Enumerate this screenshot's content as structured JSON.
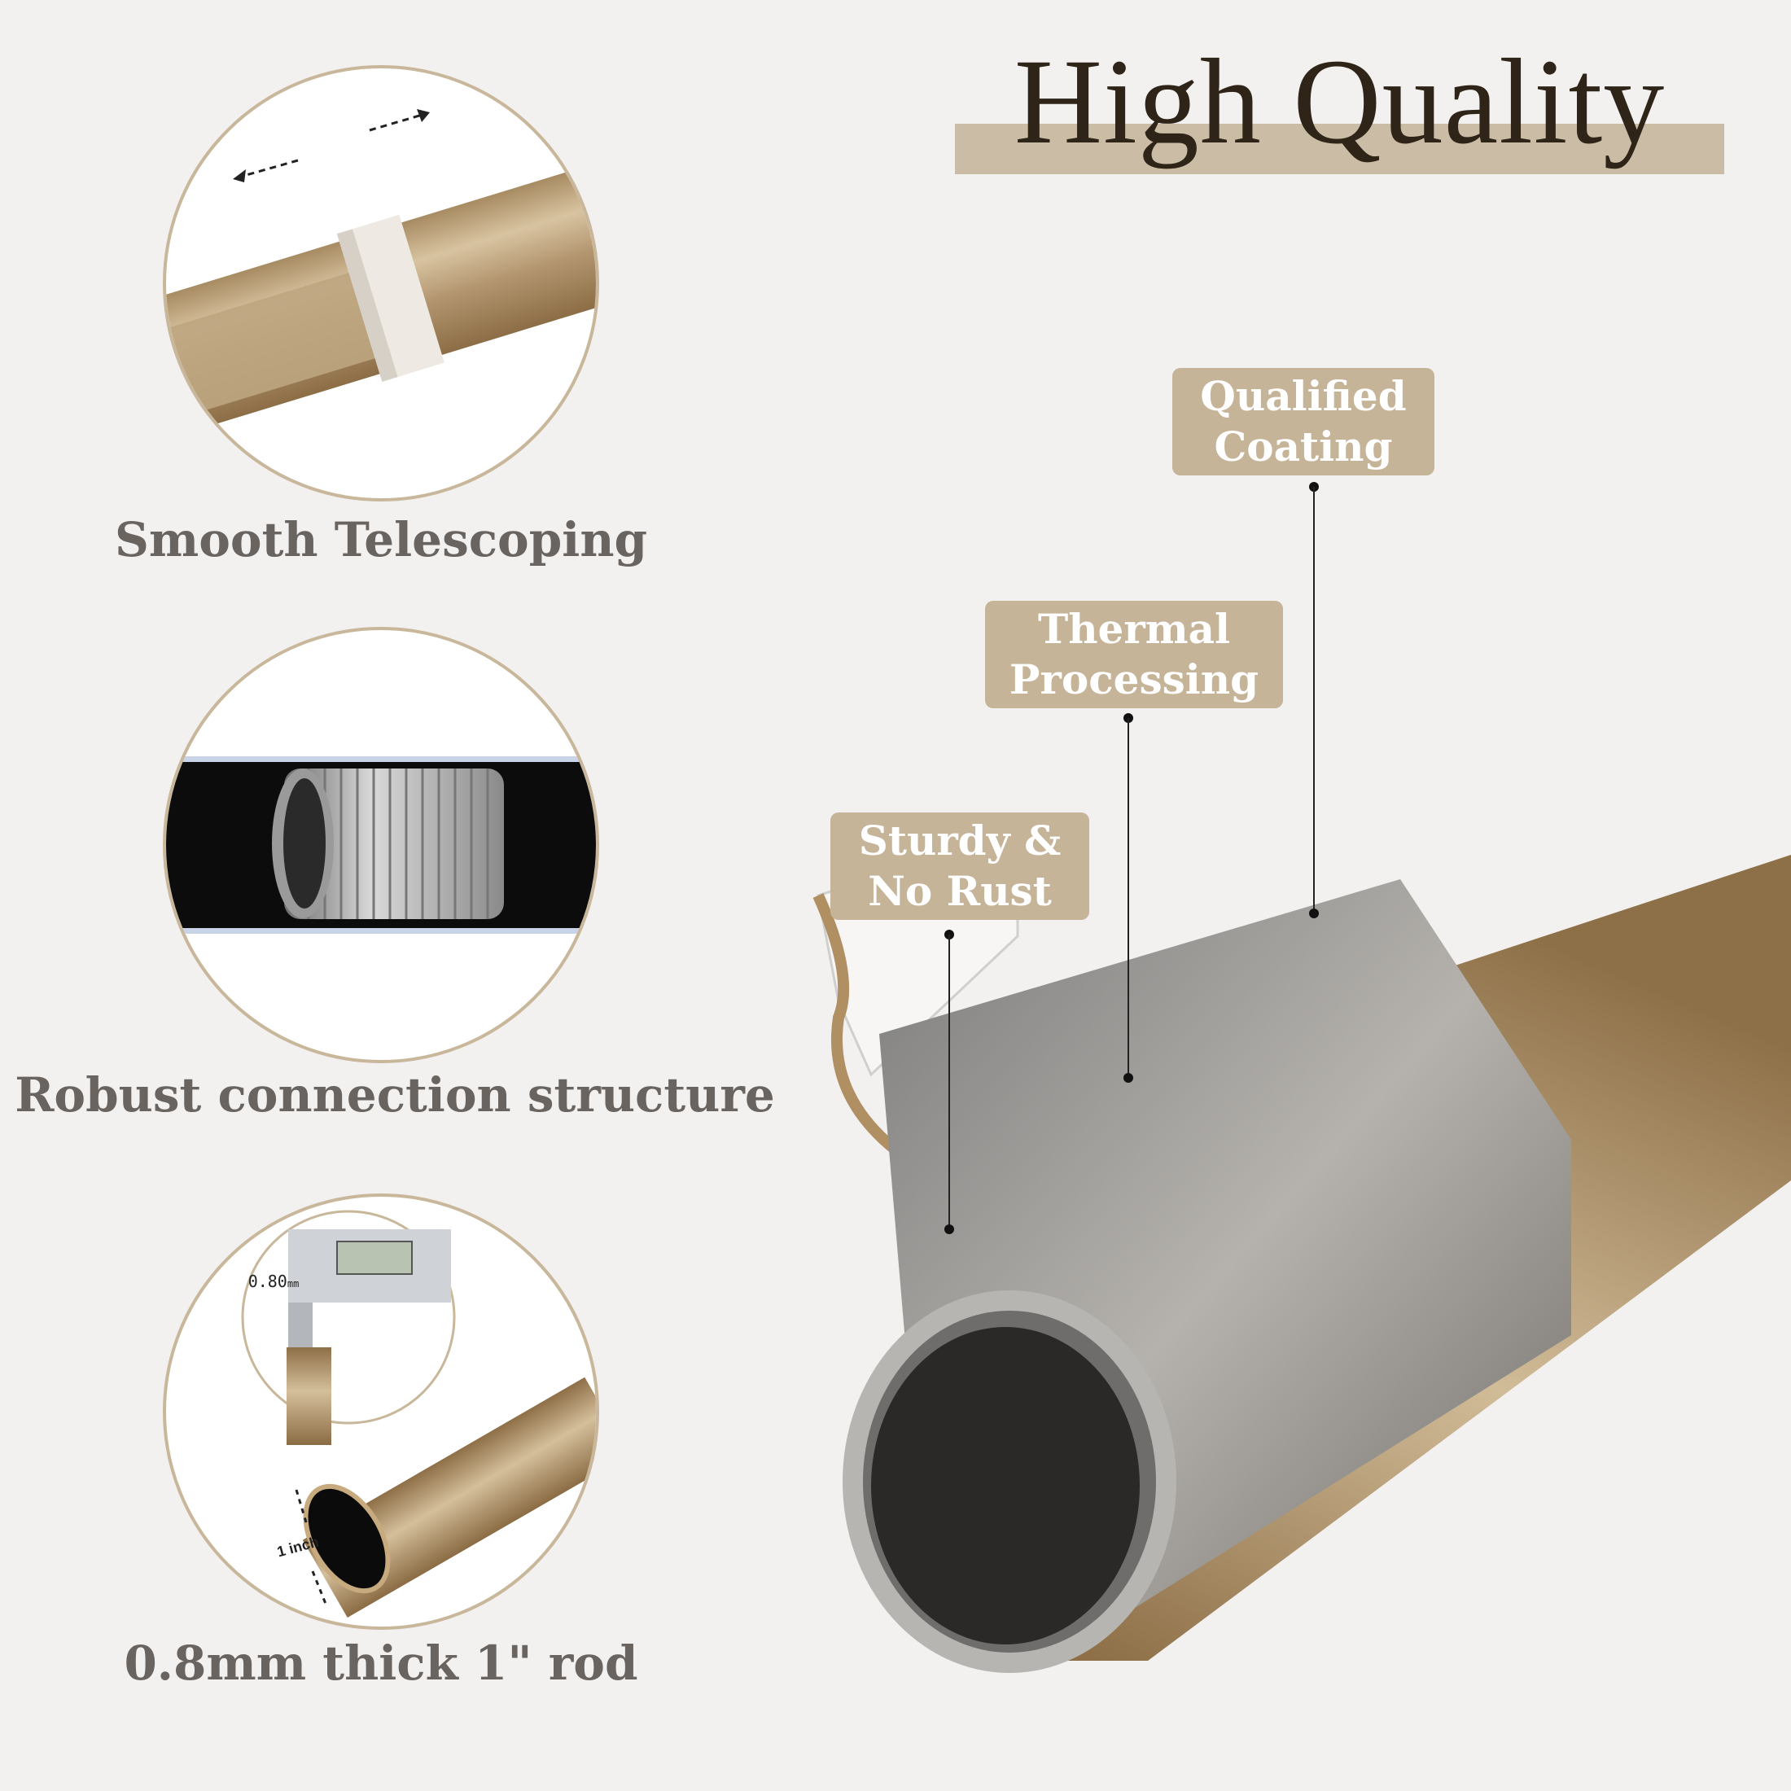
{
  "title": "High Quality",
  "features": [
    {
      "caption": "Smooth Telescoping",
      "icon": "telescoping-rod-icon"
    },
    {
      "caption": "Robust connection structure",
      "icon": "threaded-connector-icon"
    },
    {
      "caption": "0.8mm thick 1\" rod",
      "icon": "caliper-rod-icon"
    }
  ],
  "caliper_display": "0.80",
  "caliper_unit": "mm",
  "rod_measure_label": "1 inch",
  "layers": [
    {
      "line1": "Qualified",
      "line2": "Coating"
    },
    {
      "line1": "Thermal",
      "line2": "Processing"
    },
    {
      "line1": "Sturdy &",
      "line2": "No Rust"
    }
  ],
  "colors": {
    "accent": "#c6b498",
    "title": "#2f2418",
    "caption": "#6a6460"
  }
}
